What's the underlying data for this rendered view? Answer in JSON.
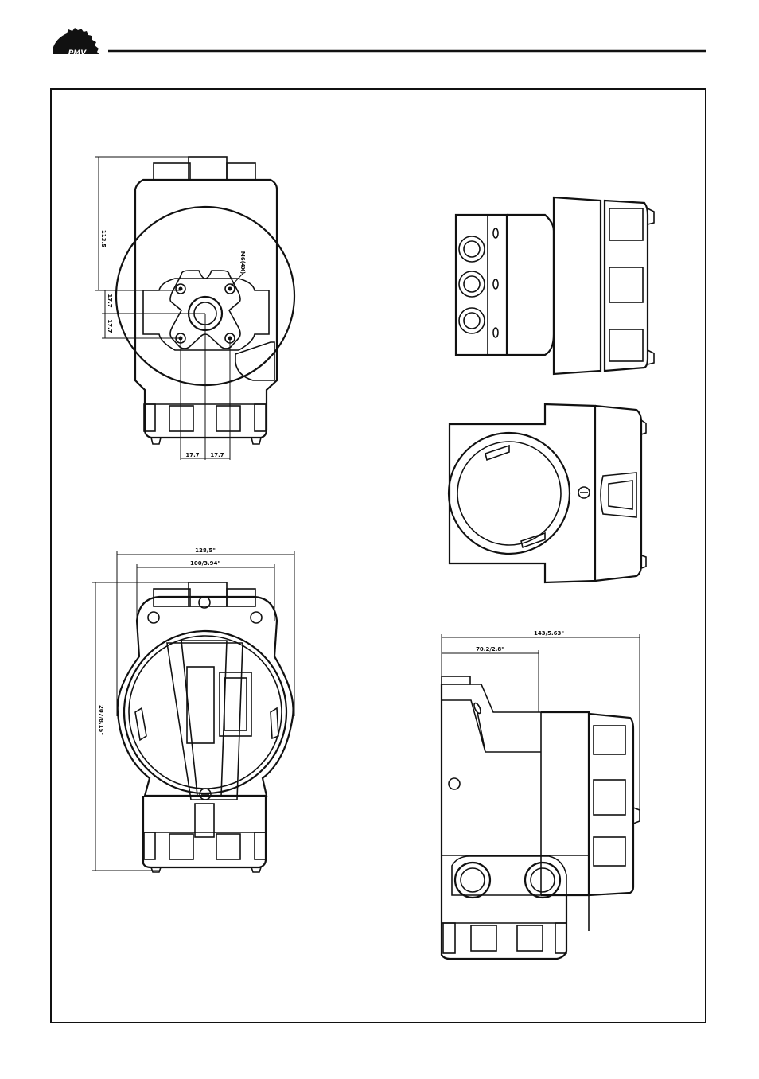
{
  "header": {
    "logo_text": "PMV"
  },
  "dimensions": {
    "top_view": {
      "height_label": "113.5",
      "vert_spacing_a": "17.7",
      "vert_spacing_b": "17.7",
      "thread_label": "M6(4X)",
      "horiz_spacing_a": "17.7",
      "horiz_spacing_b": "17.7"
    },
    "front_view": {
      "overall_width": "128/5\"",
      "inner_width": "100/3.94\"",
      "overall_height": "207/8.15\""
    },
    "side_view": {
      "overall_depth": "143/5.63\"",
      "half_depth": "70.2/2.8\""
    }
  }
}
